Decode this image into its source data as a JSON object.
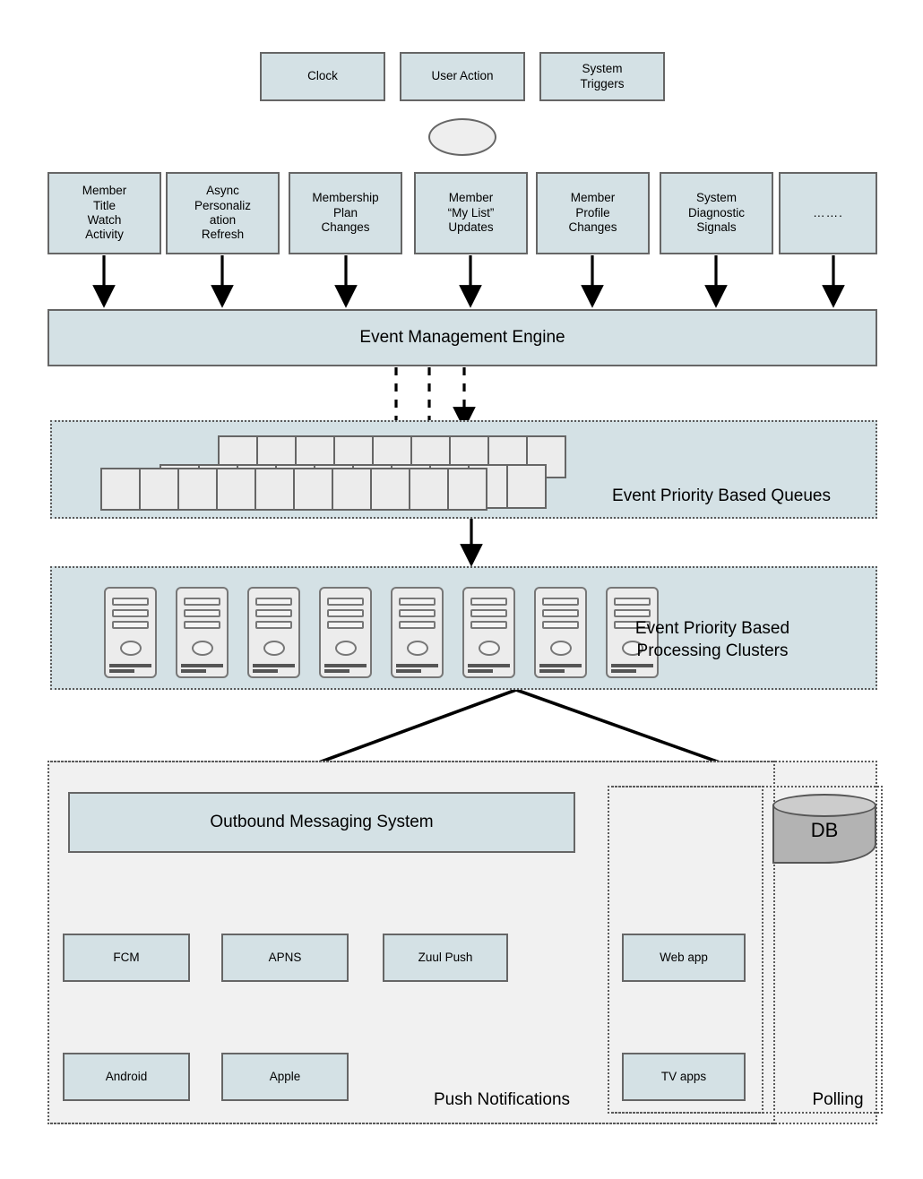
{
  "diagram": {
    "title": "Event driven notification architecture",
    "colors": {
      "node_fill": "#d4e1e5",
      "node_stroke": "#666666",
      "zone_fill_teal": "#d4e1e5",
      "zone_fill_gray": "#f1f1f1",
      "cell_fill": "#ececec",
      "db_fill": "#b3b3b3",
      "edge": "#000000"
    }
  },
  "triggers": {
    "items": [
      {
        "label": "Clock"
      },
      {
        "label": "User Action"
      },
      {
        "label": "System\nTriggers"
      }
    ],
    "connector_shape": "ellipse"
  },
  "event_sources": {
    "items": [
      {
        "label": "Member\nTitle\nWatch\nActivity"
      },
      {
        "label": "Async\nPersonaliz\nation\nRefresh"
      },
      {
        "label": "Membership\nPlan\nChanges"
      },
      {
        "label": "Member\n“My List”\nUpdates"
      },
      {
        "label": "Member\nProfile\nChanges"
      },
      {
        "label": "System\nDiagnostic\nSignals"
      },
      {
        "label": "……."
      }
    ]
  },
  "engine": {
    "label": "Event Management Engine"
  },
  "queues": {
    "zone_label": "Event Priority Based Queues",
    "rows": [
      {
        "name": "queue-row-top",
        "cells": 9
      },
      {
        "name": "queue-row-middle",
        "cells": 10
      },
      {
        "name": "queue-row-bottom",
        "cells": 10
      }
    ]
  },
  "clusters": {
    "zone_label": "Event Priority Based\nProcessing Clusters",
    "server_count": 8,
    "icon": "server-tower-icon"
  },
  "outbound": {
    "label": "Outbound Messaging System",
    "push_zone_label": "Push Notifications",
    "polling_zone_label": "Polling",
    "push_providers": [
      {
        "label": "FCM"
      },
      {
        "label": "APNS"
      },
      {
        "label": "Zuul Push"
      }
    ],
    "devices": [
      {
        "label": "Android"
      },
      {
        "label": "Apple"
      }
    ],
    "clients": [
      {
        "label": "Web app"
      },
      {
        "label": "TV apps"
      }
    ],
    "database": {
      "label": "DB"
    }
  }
}
